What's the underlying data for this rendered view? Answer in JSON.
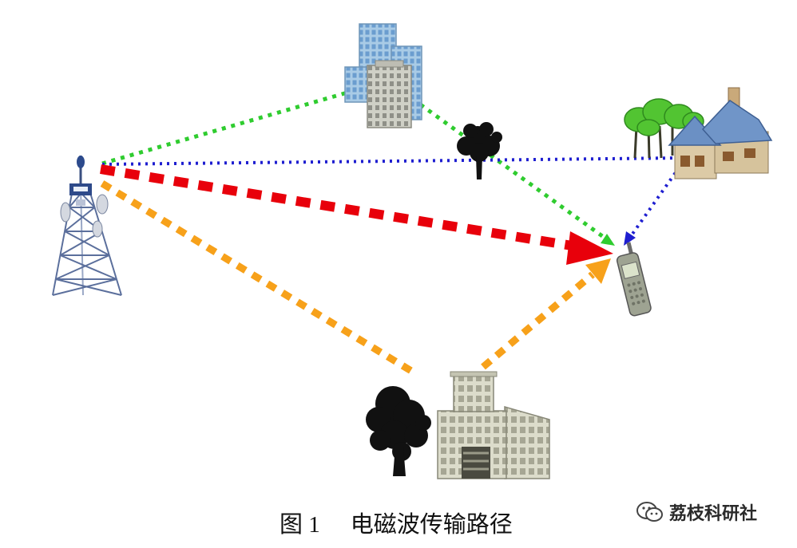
{
  "figure": {
    "label": "图 1",
    "title": "电磁波传输路径"
  },
  "watermark": {
    "icon": "wechat-icon",
    "text": "荔枝科研社"
  },
  "icons": {
    "transmitter": "cell-tower-icon",
    "reflector_top": "office-building-icon",
    "obstacle": "tree-icon",
    "reflector_right": "house-icon",
    "receiver": "mobile-phone-icon",
    "reflector_bottom": "low-rise-building-icon"
  },
  "colors": {
    "red_path": "#e8000b",
    "orange_path": "#f7a11a",
    "green_path": "#2fcc2f",
    "blue_path": "#1e1ed0"
  }
}
